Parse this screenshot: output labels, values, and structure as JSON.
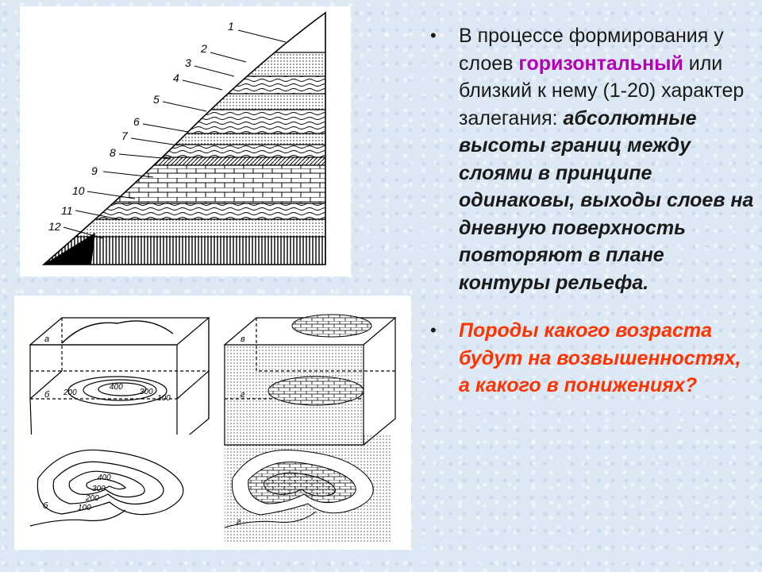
{
  "figure_top": {
    "layer_labels": [
      "1",
      "2",
      "3",
      "4",
      "5",
      "6",
      "7",
      "8",
      "9",
      "10",
      "11",
      "12"
    ]
  },
  "figure_bottom": {
    "panel_labels": [
      "а",
      "б",
      "в",
      "г",
      "б",
      "г"
    ],
    "contour_labels": [
      "200",
      "400",
      "300",
      "100",
      "400",
      "300",
      "200",
      "100"
    ]
  },
  "bullets": [
    {
      "marker": "•",
      "part1": "В  процессе формирования у слоев ",
      "highlight": "горизонтальный",
      "part2": " или близкий к нему (1-20) характер залегания: ",
      "emphasis": "абсолютные высоты границ между слоями в принципе одинаковы, выходы слоев на дневную поверхность повторяют в плане контуры рельефа."
    },
    {
      "marker": "•",
      "question": "Породы какого возраста будут на возвышенностях, а какого в понижениях?"
    }
  ],
  "colors": {
    "highlight": "#b400b4",
    "question": "#ff3300",
    "text": "#1a1a1a"
  }
}
